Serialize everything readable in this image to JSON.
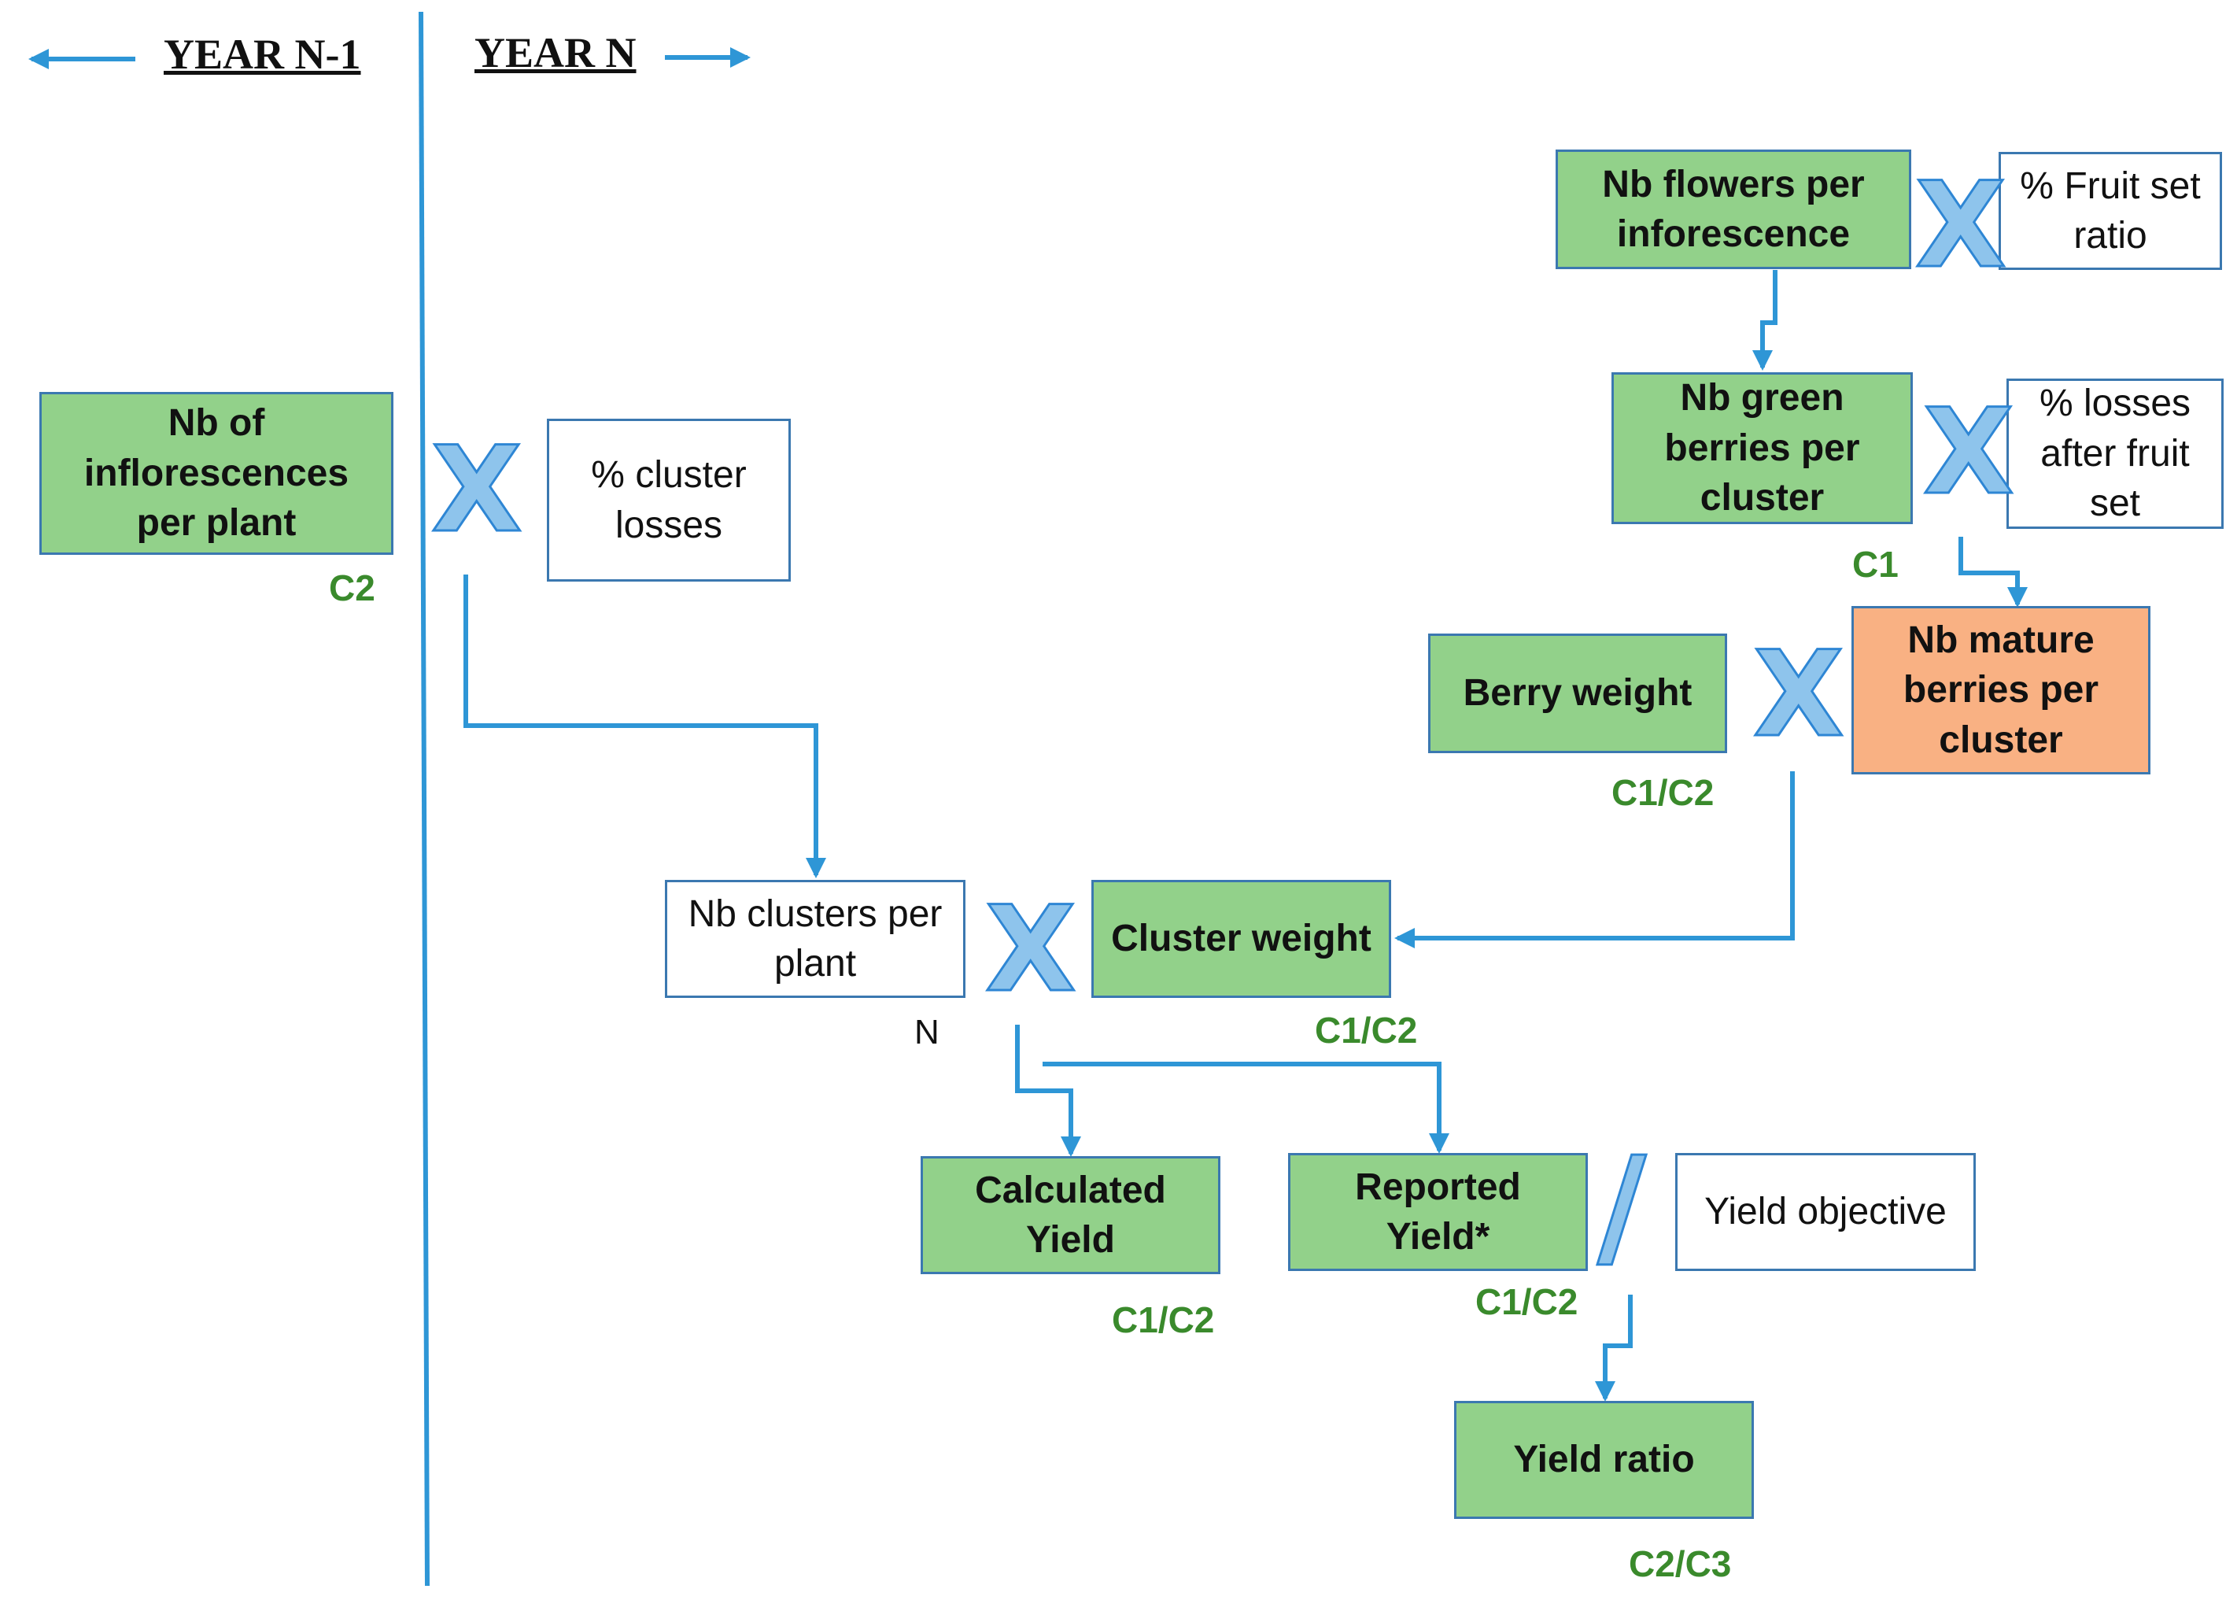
{
  "headers": {
    "year_prev": "YEAR N-1",
    "year_curr": "YEAR N"
  },
  "boxes": {
    "inflorescences": "Nb of inflorescences per plant",
    "cluster_losses": "% cluster losses",
    "flowers": "Nb flowers per inforescence",
    "fruit_set": "% Fruit set ratio",
    "green_berries": "Nb green berries per cluster",
    "losses_after": "% losses after fruit set",
    "berry_weight": "Berry weight",
    "mature_berries": "Nb mature berries per cluster",
    "clusters_per_plant": "Nb clusters per plant",
    "cluster_weight": "Cluster weight",
    "calculated_yield": "Calculated Yield",
    "reported_yield": "Reported Yield*",
    "yield_objective": "Yield objective",
    "yield_ratio": "Yield ratio"
  },
  "codes": {
    "inflorescences": "C2",
    "green_berries": "C1",
    "berry_weight": "C1/C2",
    "clusters_per_plant": "N",
    "cluster_weight": "C1/C2",
    "calculated_yield": "C1/C2",
    "reported_yield": "C1/C2",
    "yield_ratio": "C2/C3"
  },
  "operators": {
    "multiply": "X",
    "divide": "/"
  },
  "colors": {
    "box_green": "#92d18a",
    "box_orange": "#f9b183",
    "line_blue": "#2e96d6",
    "code_green": "#3a8a2c"
  }
}
